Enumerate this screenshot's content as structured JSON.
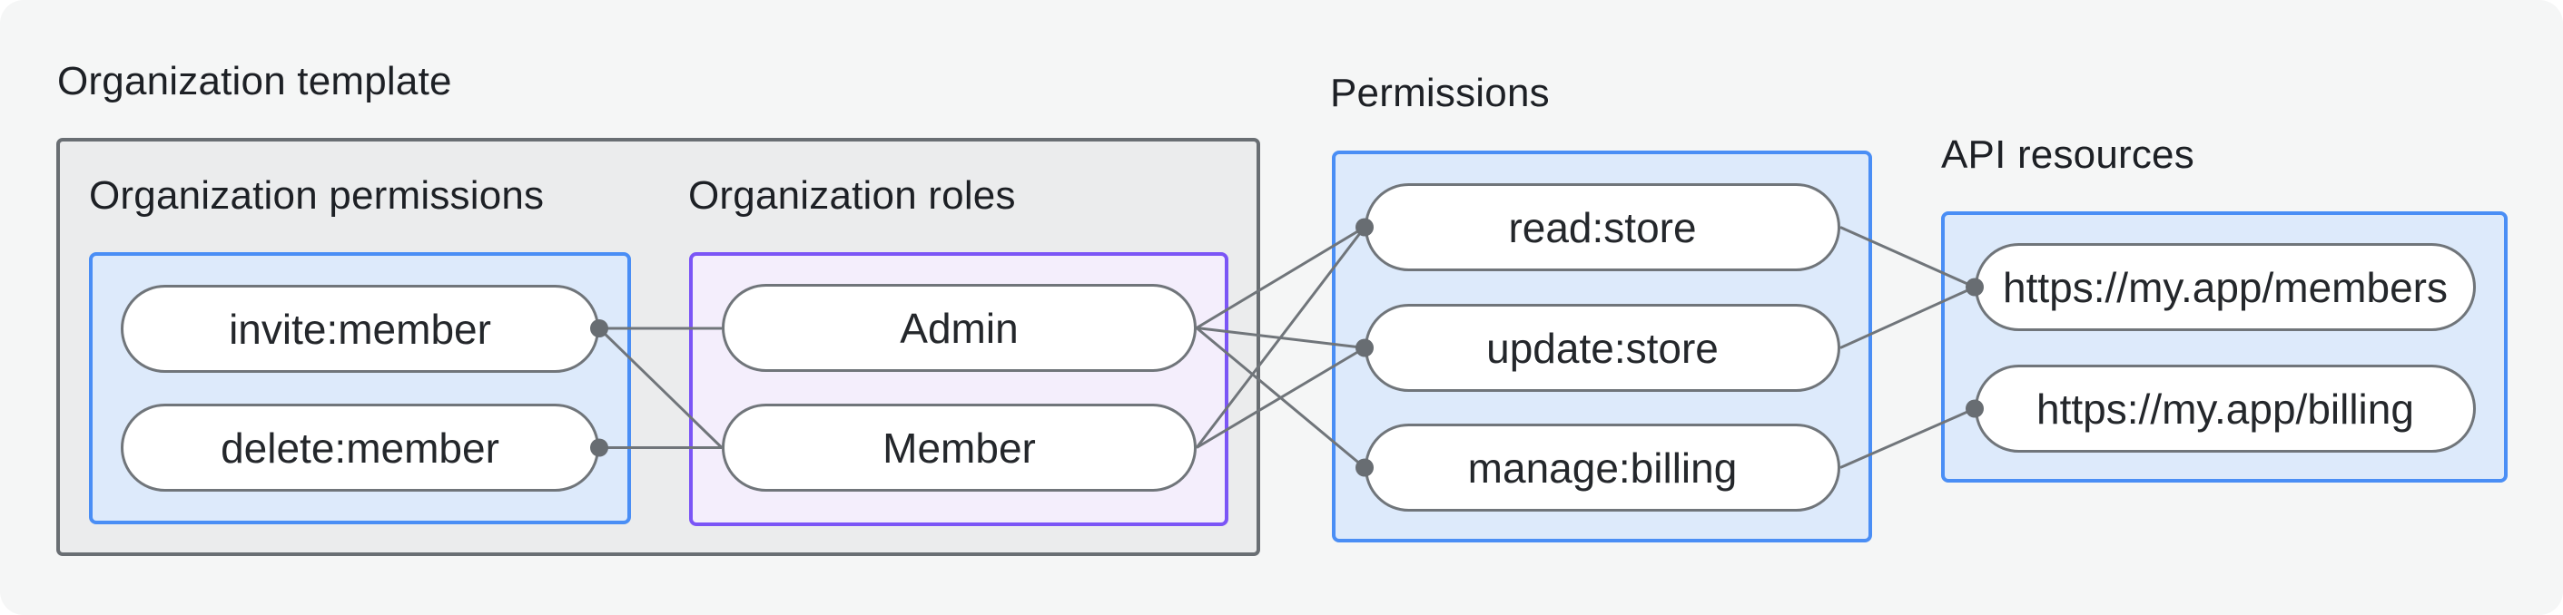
{
  "diagram": {
    "title": "Organization template",
    "groups": [
      {
        "id": "org-permissions",
        "label": "Organization permissions",
        "theme": "blue",
        "items": [
          "invite:member",
          "delete:member"
        ]
      },
      {
        "id": "org-roles",
        "label": "Organization roles",
        "theme": "purple",
        "items": [
          "Admin",
          "Member"
        ]
      },
      {
        "id": "permissions",
        "label": "Permissions",
        "theme": "blue",
        "items": [
          "read:store",
          "update:store",
          "manage:billing"
        ]
      },
      {
        "id": "api-resources",
        "label": "API resources",
        "theme": "blue",
        "items": [
          "https://my.app/members",
          "https://my.app/billing"
        ]
      }
    ],
    "connections": [
      {
        "from": "invite:member",
        "to": "Admin"
      },
      {
        "from": "invite:member",
        "to": "Member"
      },
      {
        "from": "delete:member",
        "to": "Member"
      },
      {
        "from": "Admin",
        "to": "read:store"
      },
      {
        "from": "Admin",
        "to": "update:store"
      },
      {
        "from": "Admin",
        "to": "manage:billing"
      },
      {
        "from": "Member",
        "to": "read:store"
      },
      {
        "from": "Member",
        "to": "update:store"
      },
      {
        "from": "read:store",
        "to": "https://my.app/members"
      },
      {
        "from": "update:store",
        "to": "https://my.app/members"
      },
      {
        "from": "manage:billing",
        "to": "https://my.app/billing"
      }
    ],
    "colors": {
      "background": "#f5f6f6",
      "container_fill": "#ebeced",
      "container_border": "#696e73",
      "blue_fill": "#ddeafb",
      "blue_border": "#4a8ef5",
      "purple_fill": "#f4eefc",
      "purple_border": "#7b55f6",
      "pill_border": "#70757a",
      "connector": "#70757a",
      "text": "#1d2025"
    }
  }
}
